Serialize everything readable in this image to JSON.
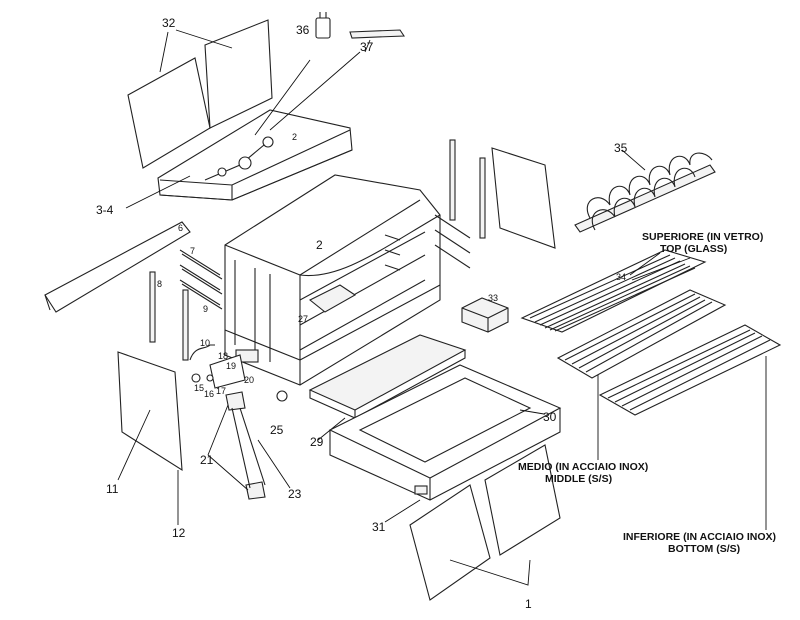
{
  "title": "Exploded parts diagram - heated display case",
  "labels": {
    "p32": "32",
    "p36": "36",
    "p37": "37",
    "p2a": "2",
    "p34a": "3-4",
    "p35": "35",
    "p6": "6",
    "p7": "7",
    "p8": "8",
    "p2b": "2",
    "p9": "9",
    "p27": "27",
    "p33": "33",
    "p34": "34",
    "p10": "10",
    "p18": "18",
    "p19": "19",
    "p20": "20",
    "p15": "15",
    "p16": "16",
    "p17": "17",
    "p25": "25",
    "p29": "29",
    "p30": "30",
    "p21": "21",
    "p23": "23",
    "p11": "11",
    "p12": "12",
    "p31": "31",
    "p1": "1"
  },
  "shelf_captions": {
    "top_it": "SUPERIORE (IN VETRO)",
    "top_en": "TOP (GLASS)",
    "middle_it": "MEDIO (IN ACCIAIO INOX)",
    "middle_en": "MIDDLE (S/S)",
    "bottom_it": "INFERIORE (IN ACCIAIO INOX)",
    "bottom_en": "BOTTOM (S/S)"
  }
}
